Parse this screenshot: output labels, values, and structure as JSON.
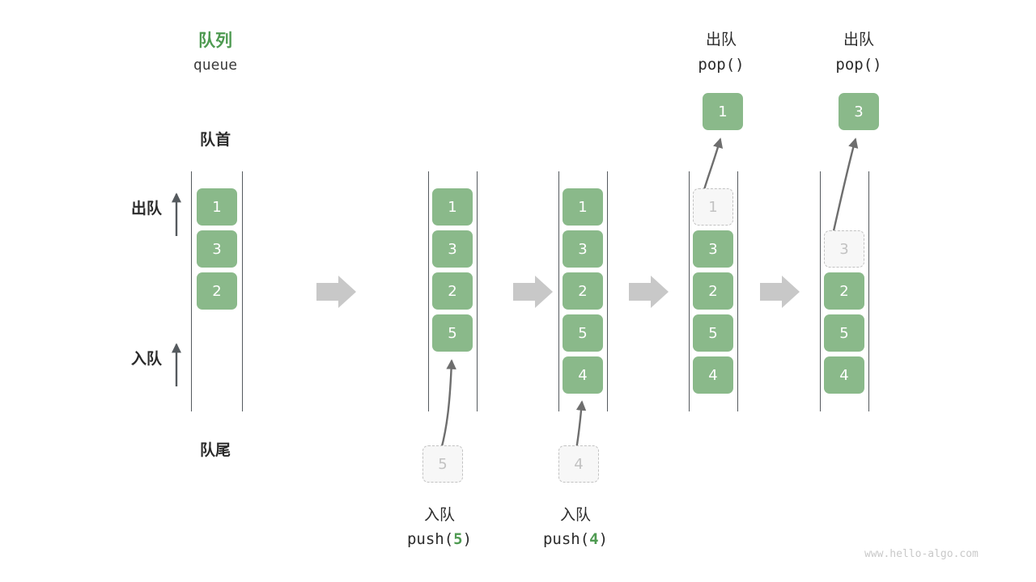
{
  "diagram": {
    "title_cn": "队列",
    "title_en": "queue",
    "front_label": "队首",
    "rear_label": "队尾",
    "dequeue_side_label": "出队",
    "enqueue_side_label": "入队",
    "watermark": "www.hello-algo.com",
    "colors": {
      "cell_fill": "#8ab98a",
      "cell_text": "#ffffff",
      "ghost_fill": "#f7f7f7",
      "ghost_border": "#c2c2c2",
      "ghost_text": "#c2c2c2",
      "rail": "#555a5e",
      "accent_green": "#4e9a51",
      "step_arrow": "#c8c8c8",
      "motion_arrow": "#6e6e6e",
      "text": "#2b2b2b",
      "watermark": "#c9c9c9"
    }
  },
  "columns": [
    {
      "id": "initial",
      "cells": [
        "1",
        "3",
        "2"
      ],
      "ghost_index": -1,
      "popped_cell": null,
      "op_cn": null,
      "op_code_prefix": null,
      "op_code_num": null,
      "op_code_suffix": null,
      "incoming_cell": null
    },
    {
      "id": "push-5",
      "cells": [
        "1",
        "3",
        "2",
        "5"
      ],
      "ghost_index": -1,
      "popped_cell": null,
      "op_cn": "入队",
      "op_code_prefix": "push(",
      "op_code_num": "5",
      "op_code_suffix": ")",
      "incoming_cell": "5"
    },
    {
      "id": "push-4",
      "cells": [
        "1",
        "3",
        "2",
        "5",
        "4"
      ],
      "ghost_index": -1,
      "popped_cell": null,
      "op_cn": "入队",
      "op_code_prefix": "push(",
      "op_code_num": "4",
      "op_code_suffix": ")",
      "incoming_cell": "4"
    },
    {
      "id": "pop-1",
      "cells": [
        "1",
        "3",
        "2",
        "5",
        "4"
      ],
      "ghost_index": 0,
      "popped_cell": "1",
      "op_cn": "出队",
      "op_code_prefix": "pop()",
      "op_code_num": null,
      "op_code_suffix": null,
      "incoming_cell": null
    },
    {
      "id": "pop-3",
      "cells": [
        "3",
        "2",
        "5",
        "4"
      ],
      "ghost_index": 0,
      "popped_cell": "3",
      "op_cn": "出队",
      "op_code_prefix": "pop()",
      "op_code_num": null,
      "op_code_suffix": null,
      "incoming_cell": null
    }
  ],
  "step_arrows": [
    {
      "from": "initial",
      "to": "push-5"
    },
    {
      "from": "push-5",
      "to": "push-4"
    },
    {
      "from": "push-4",
      "to": "pop-1"
    },
    {
      "from": "pop-1",
      "to": "pop-3"
    }
  ]
}
